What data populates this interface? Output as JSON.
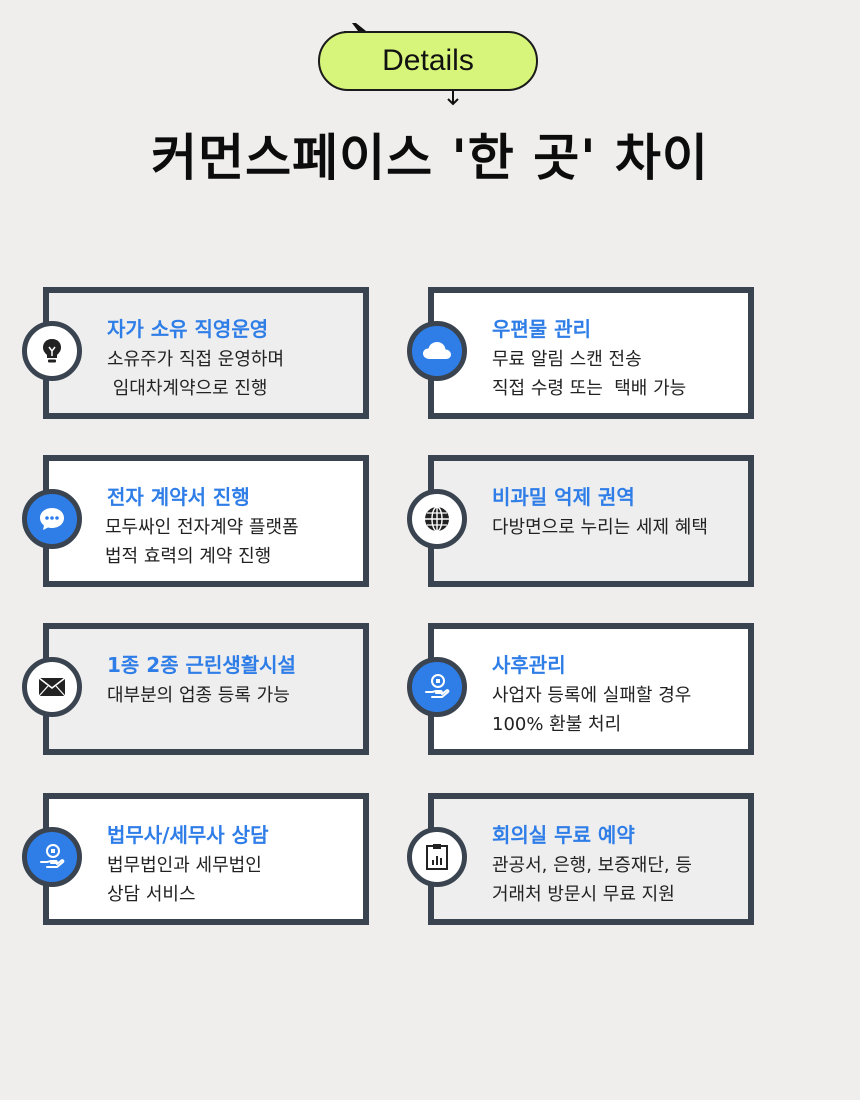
{
  "header": {
    "badge_label": "Details",
    "title": "커먼스페이스 '한 곳' 차이"
  },
  "colors": {
    "accent_blue": "#2f7ee8",
    "border_dark": "#3a4450",
    "badge_green": "#d6f57a",
    "background": "#efeeed"
  },
  "cards": [
    {
      "title": "자가 소유 직영운영",
      "desc": "소유주가 직접 운영하며\n 임대차계약으로 진행",
      "icon": "lightbulb-icon"
    },
    {
      "title": "우편물 관리",
      "desc": "무료 알림 스캔 전송\n직접 수령 또는  택배 가능",
      "icon": "cloud-icon"
    },
    {
      "title": "전자 계약서 진행",
      "desc": "모두싸인 전자계약 플랫폼\n법적 효력의 계약 진행",
      "icon": "chat-bubble-icon"
    },
    {
      "title": "비과밀 억제 권역",
      "desc": "다방면으로 누리는 세제 혜택",
      "icon": "globe-icon"
    },
    {
      "title": "1종 2종 근린생활시설",
      "desc": "대부분의 업종 등록 가능",
      "icon": "envelope-icon"
    },
    {
      "title": "사후관리",
      "desc": "사업자 등록에 실패할 경우\n100% 환불 처리",
      "icon": "hand-coin-icon"
    },
    {
      "title": "법무사/세무사 상담",
      "desc": "법무법인과 세무법인\n상담 서비스",
      "icon": "hand-coin-icon"
    },
    {
      "title": "회의실 무료 예약",
      "desc": "관공서, 은행, 보증재단, 등\n거래처 방문시 무료 지원",
      "icon": "clipboard-chart-icon"
    }
  ]
}
